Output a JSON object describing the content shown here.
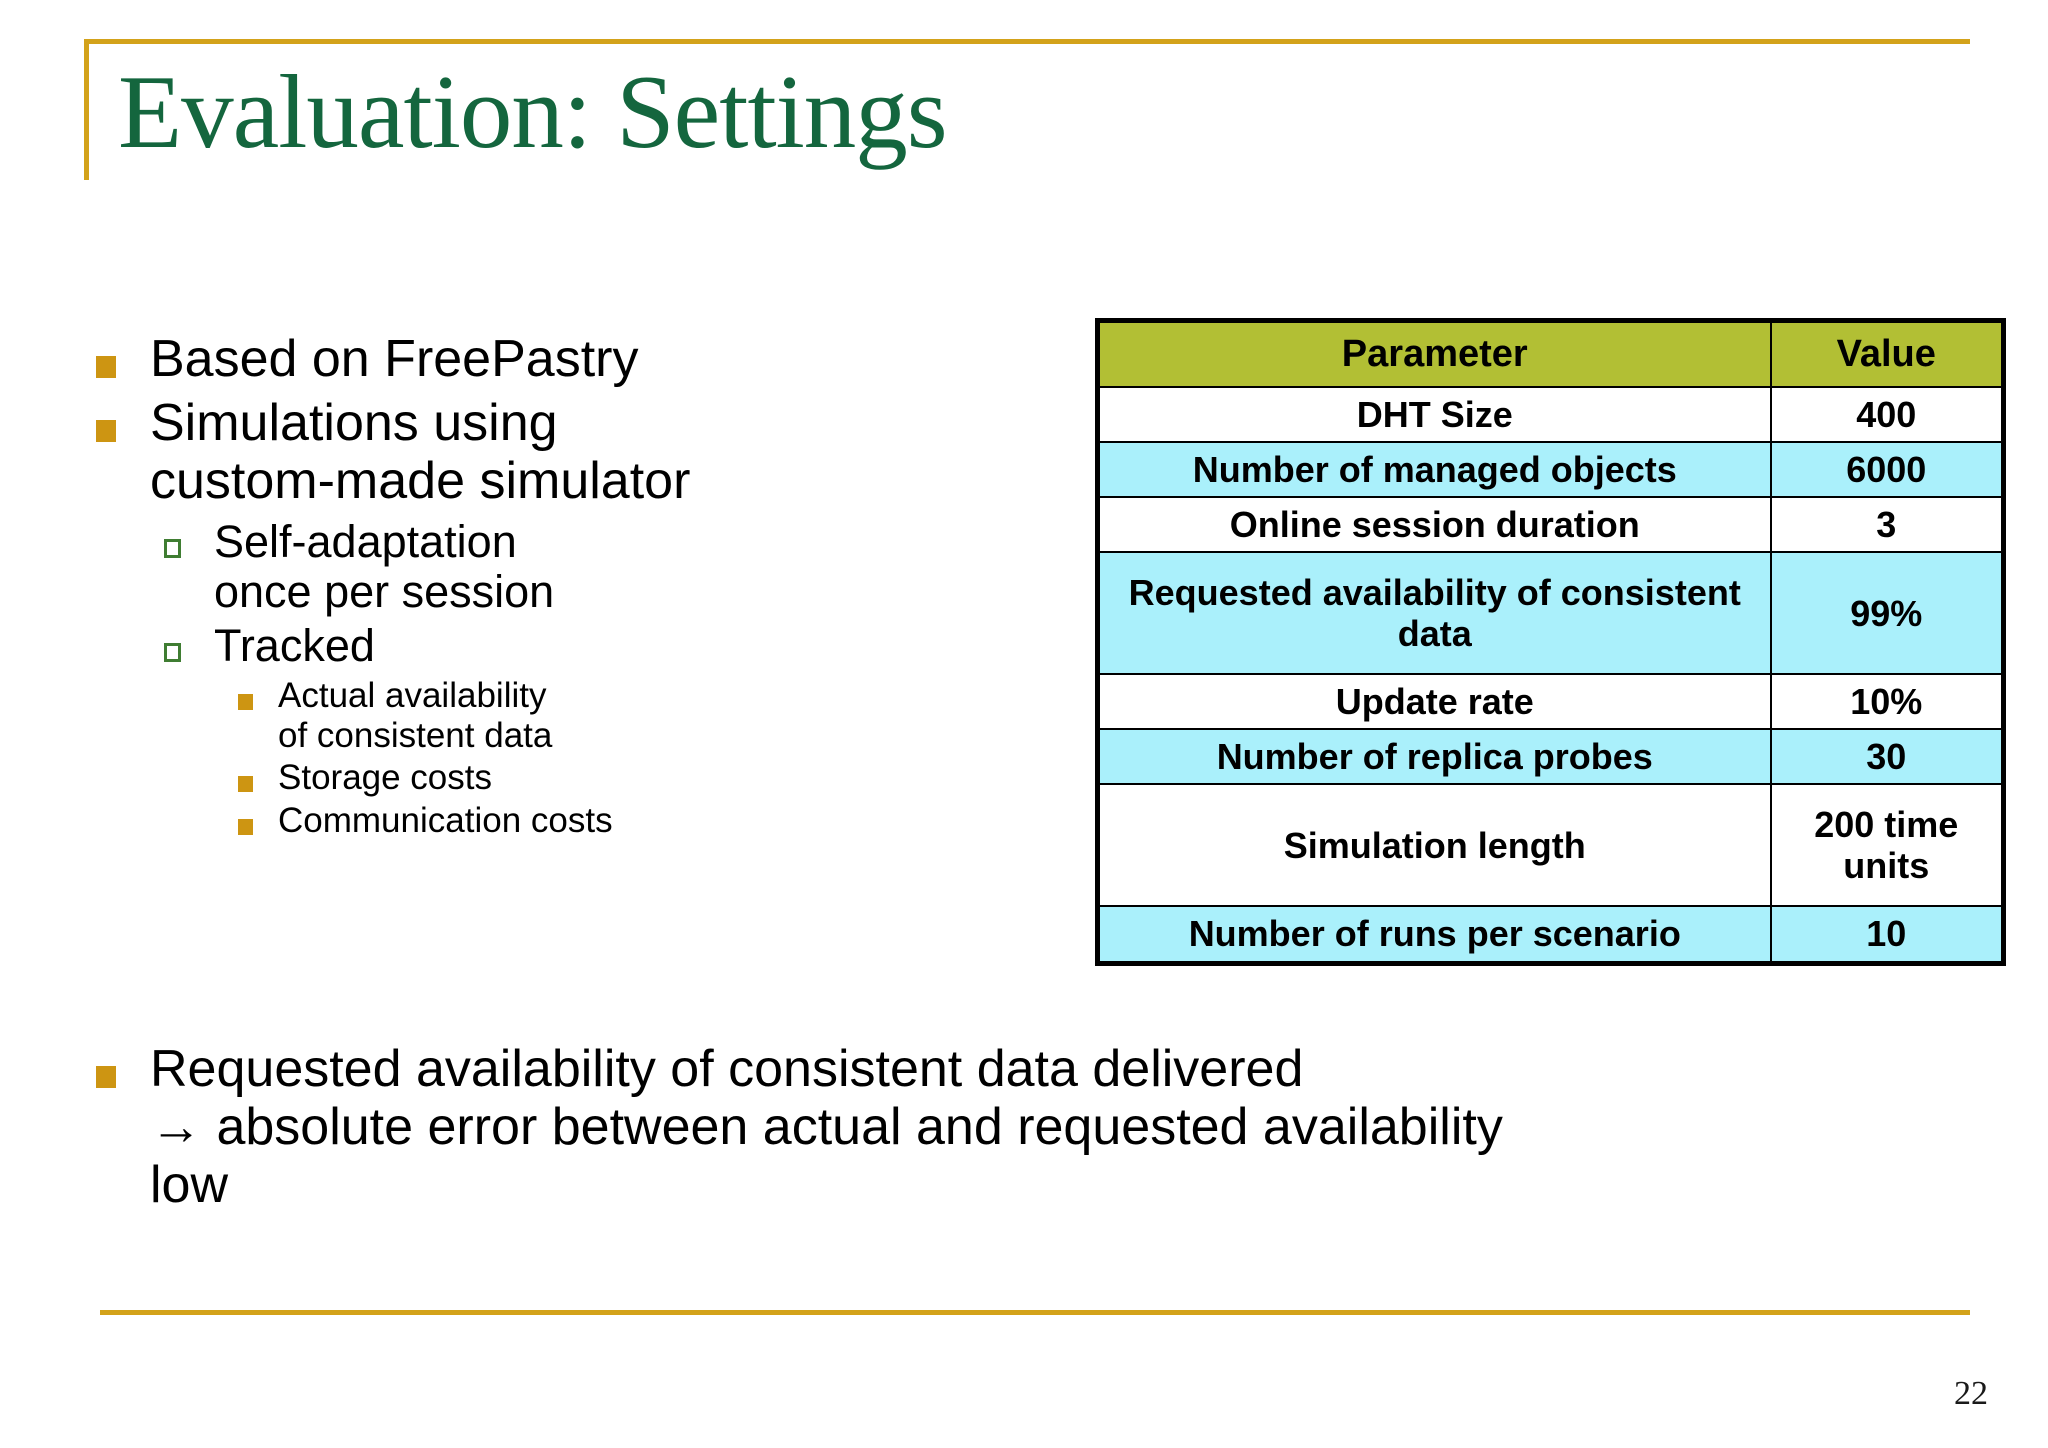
{
  "slide": {
    "title": "Evaluation: Settings",
    "page_number": "22",
    "accent_gold": "#d3a21a",
    "title_green": "#14663e",
    "bullet_gold": "#cd9512",
    "bullet_green": "#3f7d32",
    "table_header_bg": "#b2bf34",
    "table_row_cyan": "#aaf0fb"
  },
  "bullets": {
    "b1": "Based on FreePastry",
    "b2_line1": "Simulations using",
    "b2_line2": "custom-made simulator",
    "b2_sub1_line1": "Self-adaptation",
    "b2_sub1_line2": "once per session",
    "b2_sub2": "Tracked",
    "b2_sub2_a_line1": "Actual availability",
    "b2_sub2_a_line2": "of consistent data",
    "b2_sub2_b": "Storage costs",
    "b2_sub2_c": "Communication costs",
    "b3_line1": "Requested availability of consistent data delivered",
    "b3_line2": "→ absolute error between actual and requested availability",
    "b3_line3": "low"
  },
  "table": {
    "headers": [
      "Parameter",
      "Value"
    ],
    "rows": [
      {
        "parameter": "DHT Size",
        "value": "400"
      },
      {
        "parameter": "Number of managed objects",
        "value": "6000"
      },
      {
        "parameter": "Online session duration",
        "value": "3"
      },
      {
        "parameter": "Requested availability of consistent data",
        "value": "99%"
      },
      {
        "parameter": "Update rate",
        "value": "10%"
      },
      {
        "parameter": "Number of replica probes",
        "value": "30"
      },
      {
        "parameter": "Simulation length",
        "value": "200 time units"
      },
      {
        "parameter": "Number of runs per scenario",
        "value": "10"
      }
    ]
  }
}
